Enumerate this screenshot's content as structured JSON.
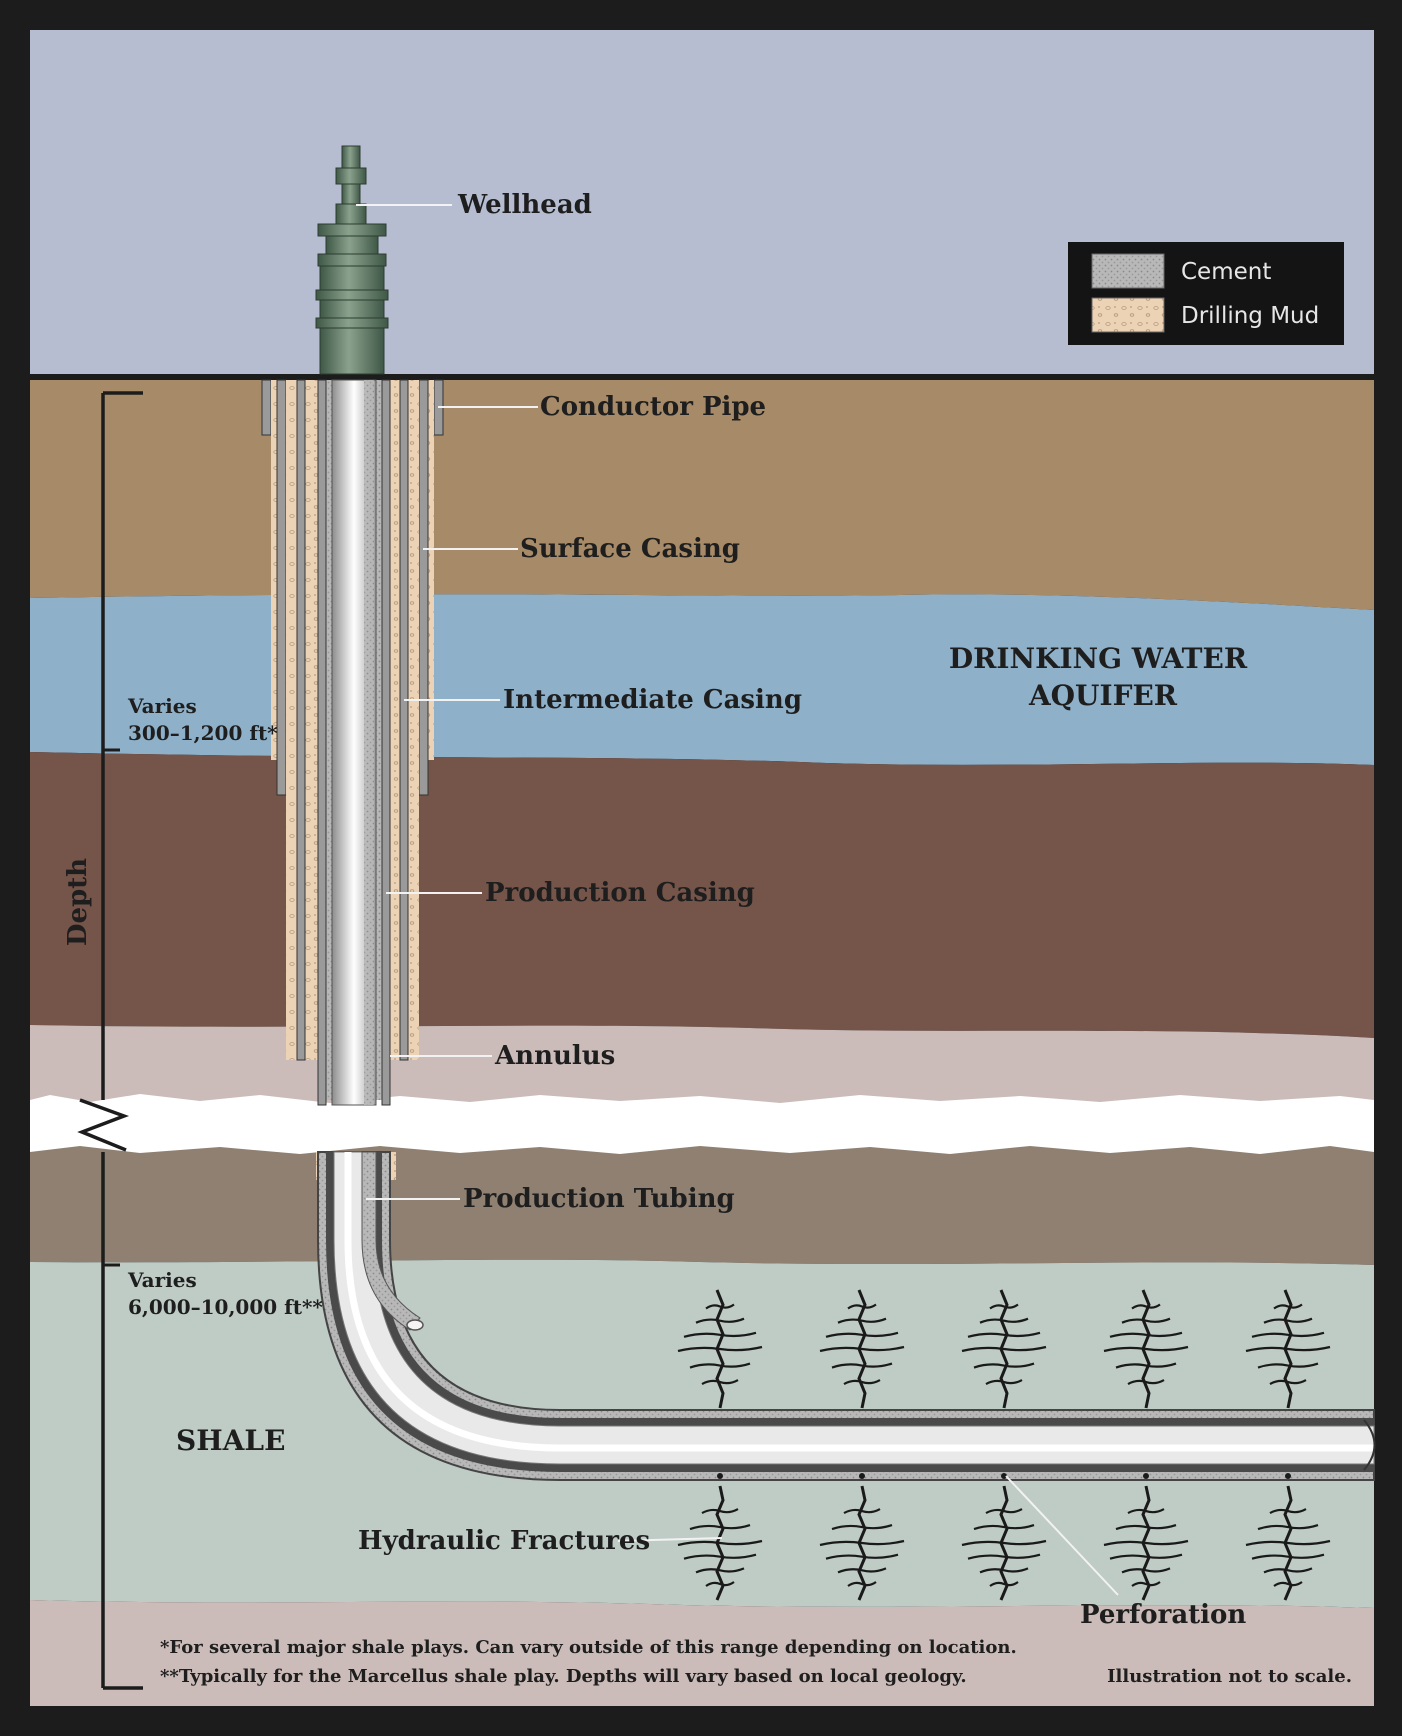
{
  "legend": {
    "items": [
      {
        "label": "Cement"
      },
      {
        "label": "Drilling Mud"
      }
    ]
  },
  "callouts": {
    "wellhead": "Wellhead",
    "conductor_pipe": "Conductor Pipe",
    "surface_casing": "Surface Casing",
    "intermediate_casing": "Intermediate Casing",
    "production_casing": "Production Casing",
    "annulus": "Annulus",
    "production_tubing": "Production Tubing",
    "hydraulic_fractures": "Hydraulic Fractures",
    "perforation": "Perforation"
  },
  "layers": {
    "aquifer_line1": "DRINKING WATER",
    "aquifer_line2": "AQUIFER",
    "shale": "SHALE"
  },
  "depth": {
    "axis_label": "Depth",
    "range1_line1": "Varies",
    "range1_line2": "300–1,200 ft*",
    "range2_line1": "Varies",
    "range2_line2": "6,000–10,000 ft**"
  },
  "footnotes": {
    "note1": "*For several major shale plays. Can vary outside of this range depending on location.",
    "note2": "**Typically for the Marcellus shale play. Depths will vary based on local geology.",
    "scale_note": "Illustration not to scale."
  },
  "colors": {
    "frame": "#1c1c1c",
    "sky": "#b6bdd1",
    "topsoil": "#a78a67",
    "aquifer": "#8fb0c9",
    "brown_rock": "#755449",
    "light_rock": "#cbbcb9",
    "lower_rock": "#8f8071",
    "shale": "#bfcbc5",
    "bottom_rock": "#cbbcb9",
    "drilling_mud": "#e8cdb0",
    "cement": "#b4b4b4",
    "wellhead": "#5f7a65"
  }
}
